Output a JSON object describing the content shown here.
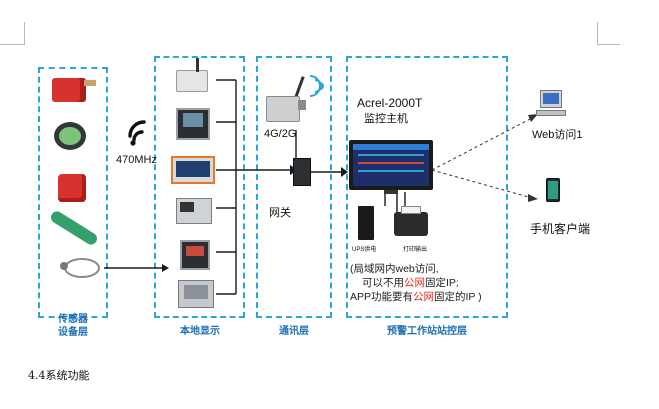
{
  "diagram": {
    "layers": {
      "sensor_line1": "传感器",
      "sensor_line2": "设备层",
      "local_display": "本地显示",
      "communication": "通讯层",
      "station_control": "预警工作站站控层"
    },
    "wireless_label": "470MHz",
    "gateway_signal_label": "4G/2G",
    "gateway_label": "网关",
    "host_title": "Acrel-2000T",
    "host_subtitle": "监控主机",
    "ups_label": "UPS供电",
    "printer_label": "打印输出",
    "web_access_label": "Web访问1",
    "mobile_client_label": "手机客户端",
    "note": {
      "line1_a": "(局域网内",
      "line1_b": "web",
      "line1_c": "访问,",
      "line2_a": "可以不用",
      "line2_red": "公网",
      "line2_b": "固定",
      "line2_c": "IP",
      "line2_d": ";",
      "line3_a": "APP",
      "line3_b": "功能要有",
      "line3_red": "公网",
      "line3_c": "固定的",
      "line3_d": "IP",
      "line3_e": " )"
    }
  },
  "document": {
    "section_heading": "4.4系统功能"
  },
  "colors": {
    "dashed_border": "#2aa6dd",
    "layer_label": "#1f6fb5",
    "highlight_red": "#e52a20"
  }
}
